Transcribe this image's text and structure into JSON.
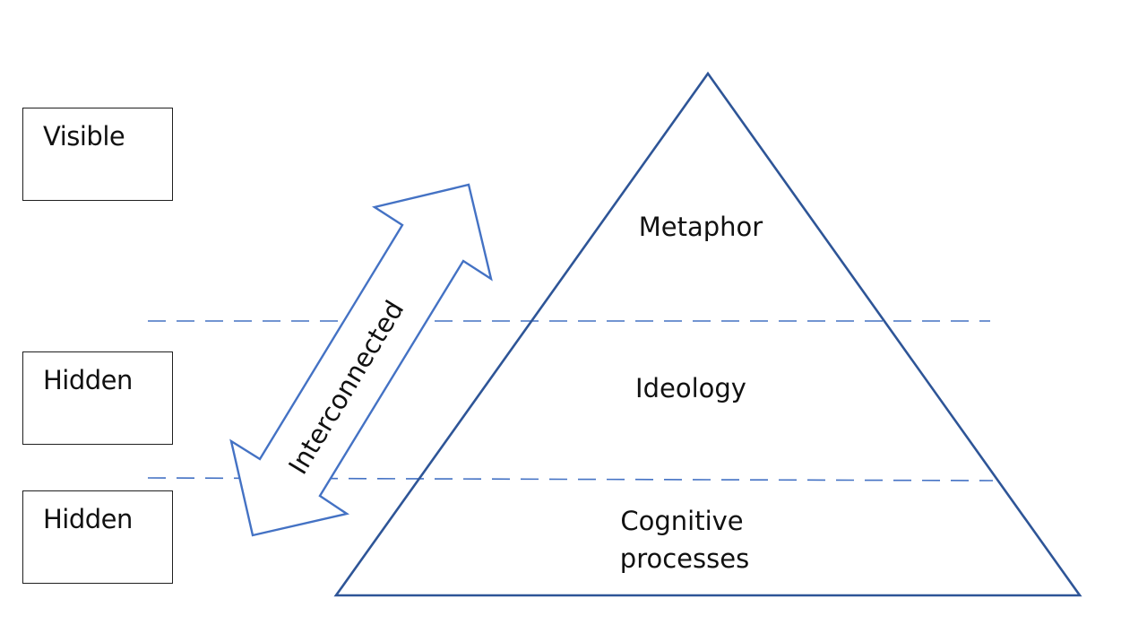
{
  "levels": {
    "visible_label": "Visible",
    "hidden_label_1": "Hidden",
    "hidden_label_2": "Hidden"
  },
  "pyramid": {
    "top_label": "Metaphor",
    "middle_label": "Ideology",
    "bottom_label_line1": "Cognitive",
    "bottom_label_line2": "processes"
  },
  "arrow": {
    "label": "Interconnected"
  },
  "colors": {
    "line_blue": "#4472C4",
    "outline_blue": "#2E5597",
    "text": "#111111"
  }
}
